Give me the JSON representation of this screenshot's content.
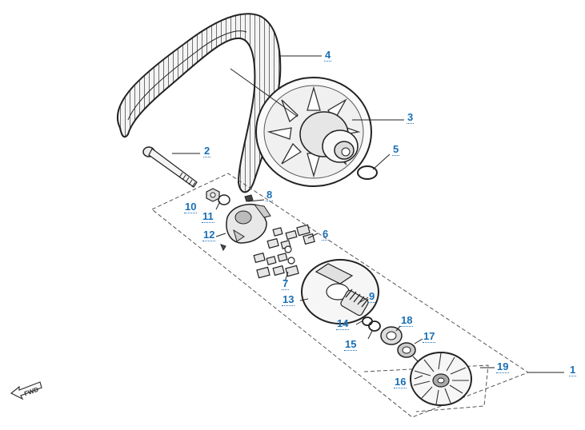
{
  "diagram": {
    "callouts": [
      "1",
      "2",
      "3",
      "4",
      "5",
      "6",
      "7",
      "8",
      "9",
      "10",
      "11",
      "12",
      "13",
      "14",
      "15",
      "16",
      "17",
      "18",
      "19"
    ],
    "direction_label": "FWD"
  }
}
